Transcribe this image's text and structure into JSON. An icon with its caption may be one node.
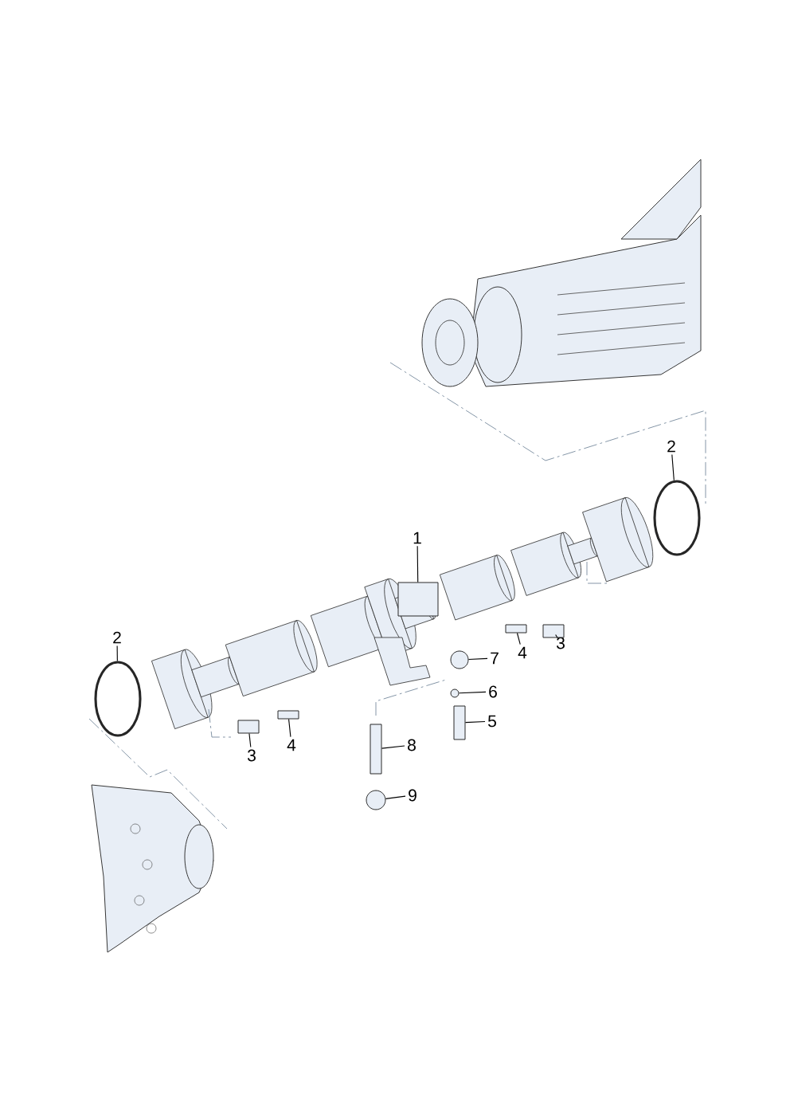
{
  "diagram": {
    "nodes": [
      {
        "text": [
          "1"
        ]
      },
      {
        "text": [
          "2"
        ]
      },
      {
        "text": [
          "2"
        ]
      },
      {
        "text": [
          "3"
        ]
      },
      {
        "text": [
          "4"
        ]
      },
      {
        "text": [
          "3"
        ]
      },
      {
        "text": [
          "4"
        ]
      },
      {
        "text": [
          "7"
        ]
      },
      {
        "text": [
          "6"
        ]
      },
      {
        "text": [
          "5"
        ]
      },
      {
        "text": [
          "8"
        ]
      },
      {
        "text": [
          "9"
        ]
      },
      {
        "text": [],
        "shape": "box"
      },
      {
        "text": [],
        "shape": "circle"
      },
      {
        "text": [],
        "shape": "circle"
      },
      {
        "text": [],
        "shape": "box"
      },
      {
        "text": [],
        "shape": "box"
      },
      {
        "text": [],
        "shape": "box"
      },
      {
        "text": [],
        "shape": "box"
      },
      {
        "text": [],
        "shape": "circle"
      },
      {
        "text": [],
        "shape": "circle"
      },
      {
        "text": [],
        "shape": "box"
      },
      {
        "text": [],
        "shape": "box"
      },
      {
        "text": [],
        "shape": "circle"
      }
    ],
    "edges": [
      {
        "from": 0,
        "to": 12,
        "arrow": "none"
      },
      {
        "from": 1,
        "to": 13,
        "arrow": "none"
      },
      {
        "from": 2,
        "to": 14,
        "arrow": "none"
      },
      {
        "from": 3,
        "to": 15,
        "arrow": "none"
      },
      {
        "from": 4,
        "to": 16,
        "arrow": "none"
      },
      {
        "from": 5,
        "to": 17,
        "arrow": "none"
      },
      {
        "from": 6,
        "to": 18,
        "arrow": "none"
      },
      {
        "from": 7,
        "to": 19,
        "arrow": "none"
      },
      {
        "from": 8,
        "to": 20,
        "arrow": "none"
      },
      {
        "from": 9,
        "to": 21,
        "arrow": "none"
      },
      {
        "from": 10,
        "to": 22,
        "arrow": "none"
      },
      {
        "from": 11,
        "to": 23,
        "arrow": "none"
      }
    ]
  }
}
